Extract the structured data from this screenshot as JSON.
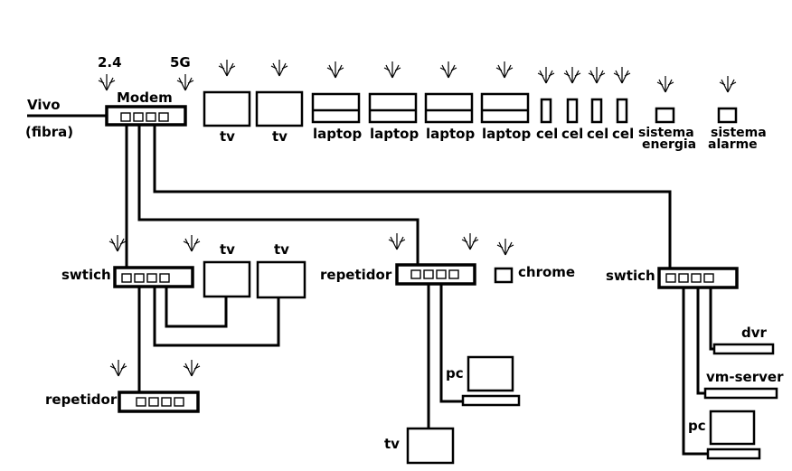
{
  "source": {
    "name": "Vivo",
    "note": "(fibra)"
  },
  "modem": {
    "label": "Modem",
    "band_24": "2.4",
    "band_5g": "5G"
  },
  "wireless_devices": {
    "tv_1": "tv",
    "tv_2": "tv",
    "laptop_1": "laptop",
    "laptop_2": "laptop",
    "laptop_3": "laptop",
    "laptop_4": "laptop",
    "cel_1": "cel",
    "cel_2": "cel",
    "cel_3": "cel",
    "cel_4": "cel",
    "sistema_energia": [
      "sistema",
      "energia"
    ],
    "sistema_alarme": [
      "sistema",
      "alarme"
    ]
  },
  "left_branch": {
    "switch_label": "swtich",
    "tv_1": "tv",
    "tv_2": "tv",
    "repeater_label": "repetidor"
  },
  "middle_branch": {
    "repeater_label": "repetidor",
    "chrome": "chrome",
    "pc": "pc",
    "tv": "tv"
  },
  "right_branch": {
    "switch_label": "swtich",
    "dvr": "dvr",
    "vm_server": "vm-server",
    "pc": "pc"
  }
}
